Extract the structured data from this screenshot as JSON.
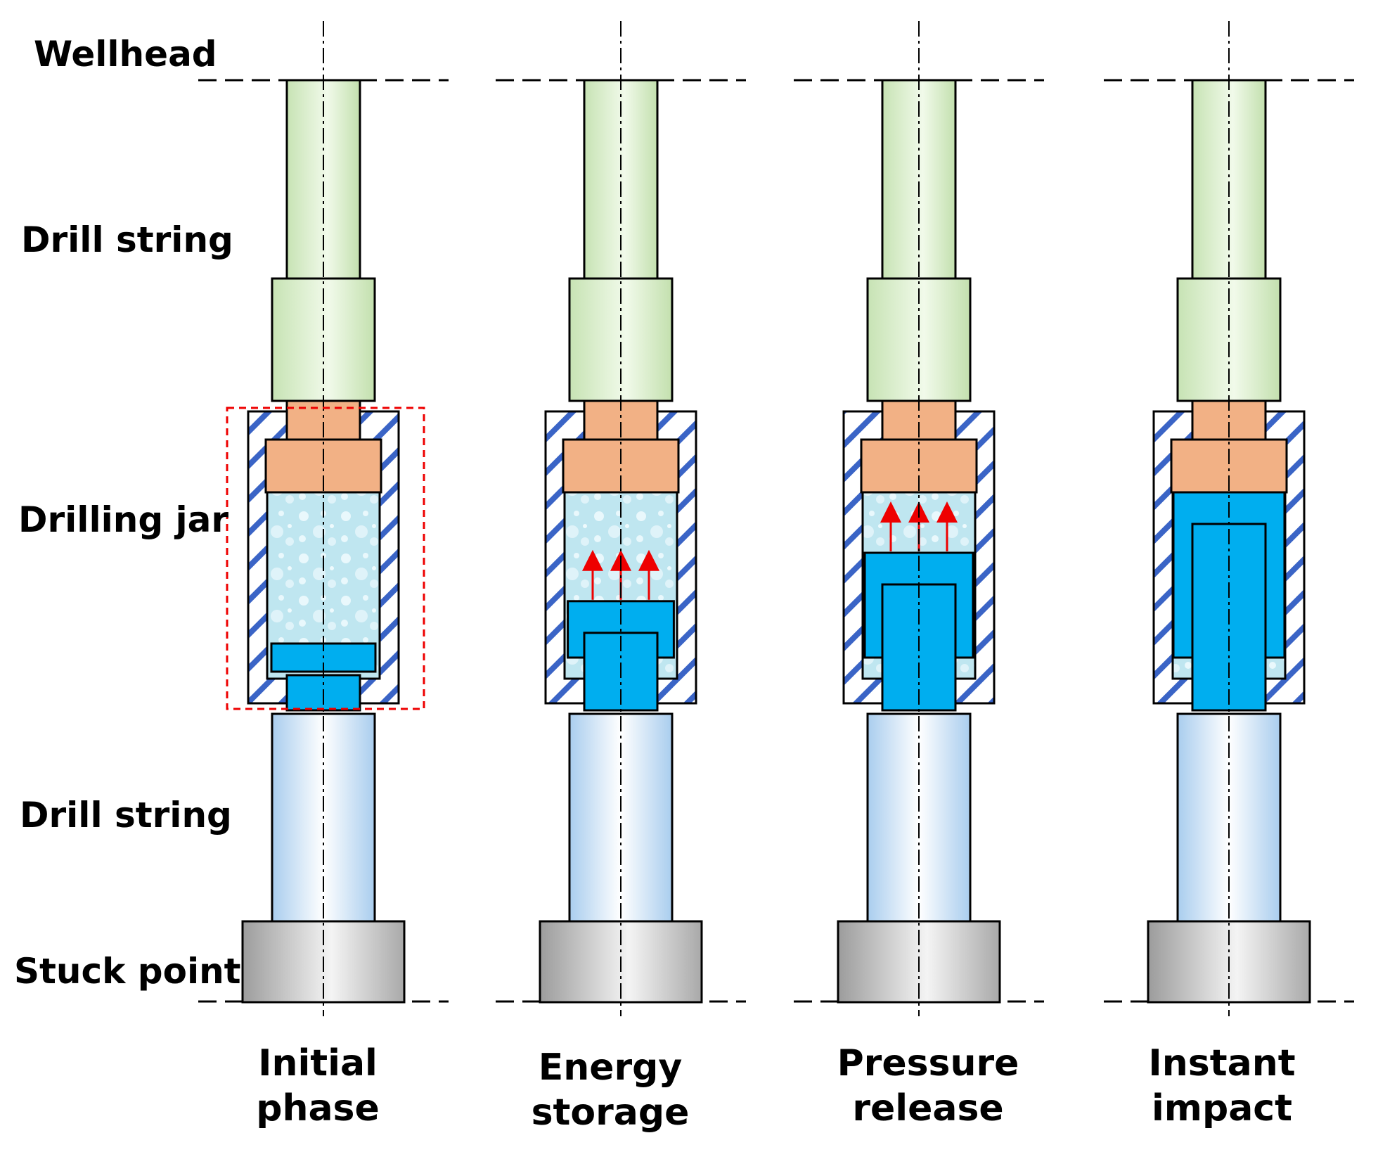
{
  "side_labels": {
    "wellhead": "Wellhead",
    "drill_string_upper": "Drill string",
    "drilling_jar": "Drilling jar",
    "drill_string_lower": "Drill string",
    "stuck_point": "Stuck point"
  },
  "stages": [
    {
      "id": "initial",
      "line1": "Initial",
      "line2": "phase",
      "piston_level": 0.0,
      "arrows": false,
      "selected": true
    },
    {
      "id": "energy",
      "line1": "Energy",
      "line2": "storage",
      "piston_level": 0.28,
      "arrows": true,
      "selected": false
    },
    {
      "id": "pressure",
      "line1": "Pressure",
      "line2": "release",
      "piston_level": 0.6,
      "arrows": true,
      "selected": false
    },
    {
      "id": "impact",
      "line1": "Instant",
      "line2": "impact",
      "piston_level": 1.0,
      "arrows": false,
      "selected": false
    }
  ],
  "colors": {
    "upper_string": "#d6ecc8",
    "mandrel": "#f2b185",
    "fluid": "#bfe6f0",
    "piston": "#00aeef",
    "lower_string": "#d4e8f8",
    "stuck": "#bdbdbd",
    "hatch": "#3a64c6",
    "arrow": "#ee0000",
    "selection": "#ee0000"
  }
}
